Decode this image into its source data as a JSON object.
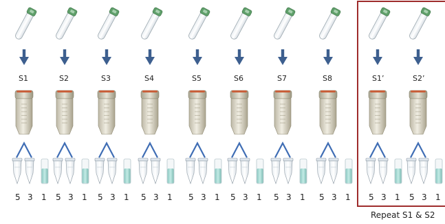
{
  "samples": [
    {
      "label": "S1"
    },
    {
      "label": "S2"
    },
    {
      "label": "S3"
    },
    {
      "label": "S4"
    },
    {
      "label": "S5"
    },
    {
      "label": "S6"
    },
    {
      "label": "S7"
    },
    {
      "label": "S8"
    },
    {
      "label": "S1’"
    },
    {
      "label": "S2’"
    }
  ],
  "aliquot_labels": [
    "5",
    "3",
    "1"
  ],
  "repeat_caption": "Repeat  S1 & S2",
  "colors": {
    "arrow": "#3d5f8f",
    "split": "#3f6db4",
    "frame": "#9e2b2b",
    "cap": "#5f9f6a",
    "band": "#c9603b",
    "liquid": "#a8dcd6"
  }
}
